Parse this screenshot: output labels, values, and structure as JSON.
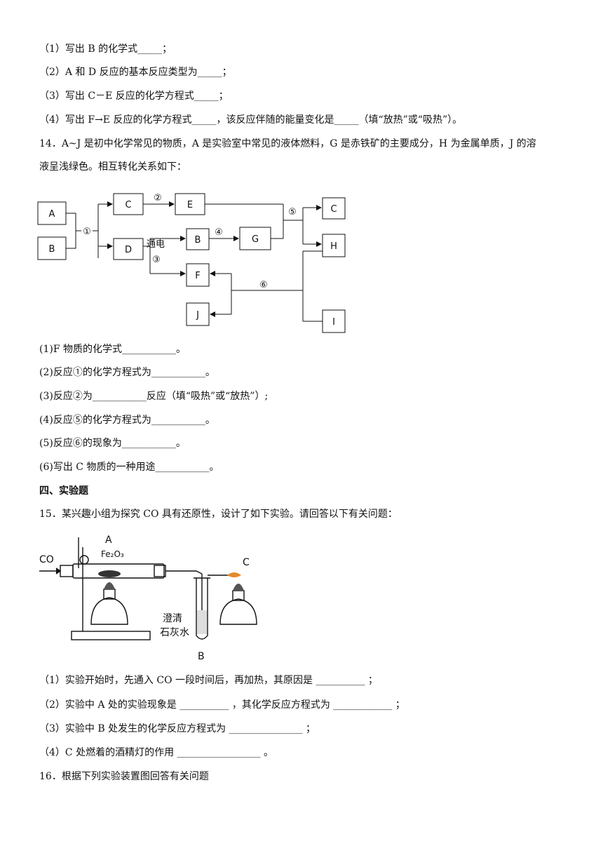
{
  "q13": {
    "items": [
      "（1）写出 B 的化学式_____；",
      "（2）A 和 D 反应的基本反应类型为_____；",
      "（3）写出 C－E 反应的化学方程式_____；",
      "（4）写出 F→E 反应的化学方程式_____，该反应伴随的能量变化是_____（填“放热”或“吸热”）。"
    ]
  },
  "q14": {
    "stem_line1": "14．A~J 是初中化学常见的物质，A 是实验室中常见的液体燃料，G 是赤铁矿的主要成分，H 为金属单质，J 的溶",
    "stem_line2": "液呈浅绿色。相互转化关系如下：",
    "diagram": {
      "boxes": {
        "A": "A",
        "B1": "B",
        "C1": "C",
        "D": "D",
        "E": "E",
        "B2": "B",
        "G": "G",
        "F": "F",
        "J": "J",
        "C2": "C",
        "H": "H",
        "I": "I"
      },
      "labels": {
        "r1": "①",
        "r2": "②",
        "r3": "③",
        "r4": "④",
        "r5": "⑤",
        "r6": "⑥",
        "electrolysis": "通电"
      }
    },
    "items": [
      "(1)F 物质的化学式___________。",
      "(2)反应①的化学方程式为___________。",
      "(3)反应②为___________反应（填“吸热”或“放热”）;",
      "(4)反应⑤的化学方程式为___________。",
      "(5)反应⑥的现象为___________。",
      "(6)写出 C 物质的一种用途___________。"
    ]
  },
  "section4": {
    "heading": "四、实验题"
  },
  "q15": {
    "stem": "15．某兴趣小组为探究 CO 具有还原性，设计了如下实验。请回答以下有关问题：",
    "apparatus": {
      "co": "CO",
      "a": "A",
      "fe2o3": "Fe₂O₃",
      "c": "C",
      "limewater1": "澄清",
      "limewater2": "石灰水",
      "b": "B"
    },
    "items": [
      "（1）实验开始时，先通入 CO 一段时间后，再加热，其原因是 __________ ；",
      "（2）实验中 A 处的实验现象是 __________ ，其化学反应方程式为 ____________ ；",
      "（3）实验中 B 处发生的化学反应方程式为 _______________ ；",
      "（4）C 处燃着的酒精灯的作用 _________________ 。"
    ]
  },
  "q16": {
    "stem": "16．根据下列实验装置图回答有关问题"
  }
}
